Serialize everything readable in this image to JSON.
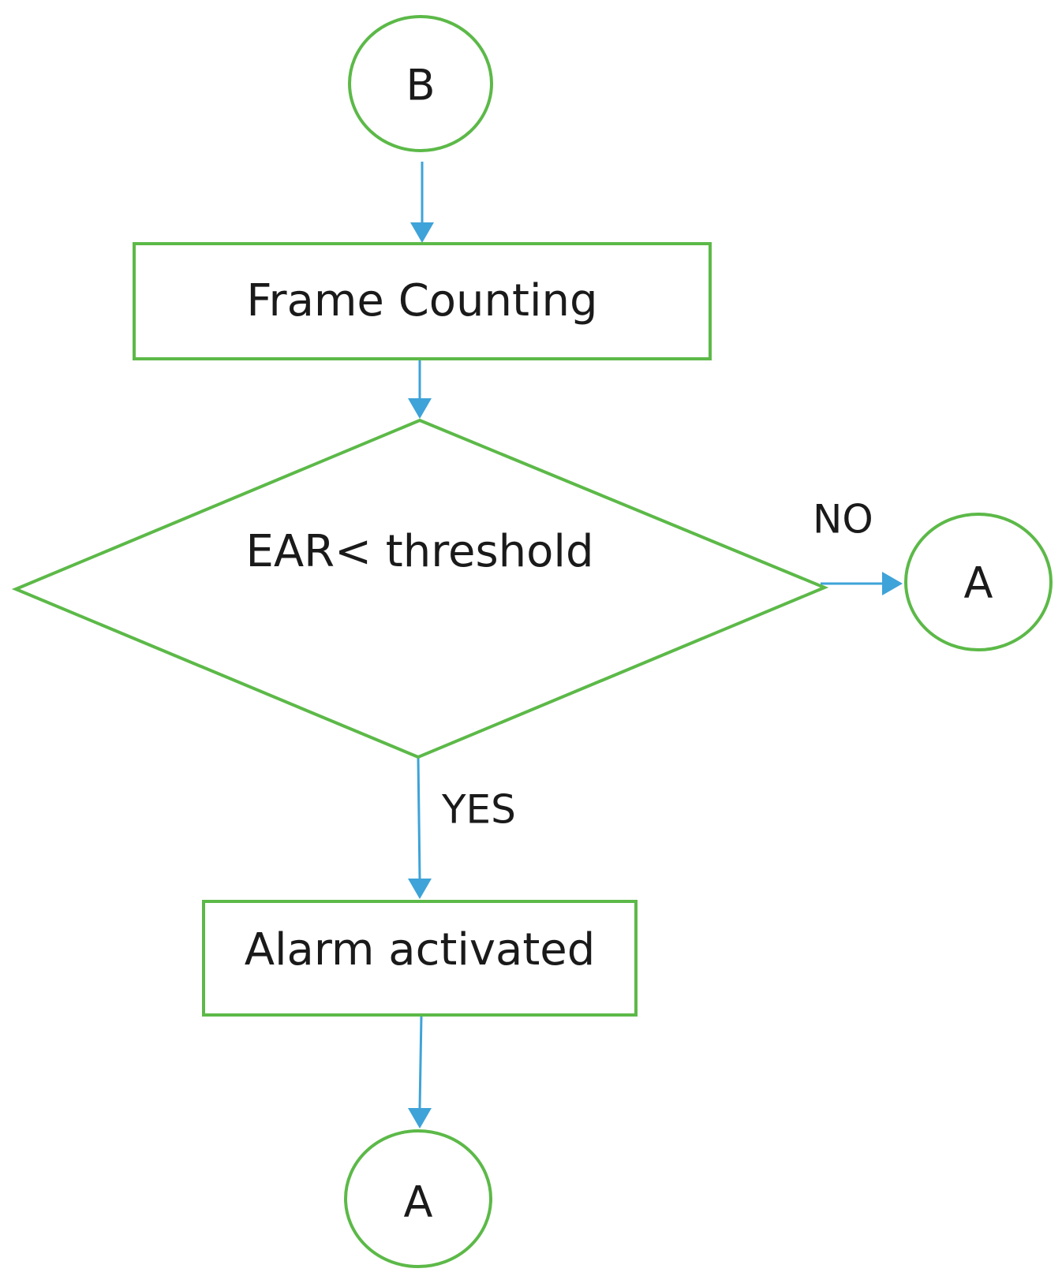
{
  "colors": {
    "shape_stroke": "#5cb948",
    "connector": "#3ea3d8",
    "text": "#1a1a1a",
    "background": "#ffffff"
  },
  "nodes": {
    "start_connector": {
      "label": "B"
    },
    "frame_counting": {
      "label": "Frame Counting"
    },
    "decision": {
      "label": "EAR< threshold"
    },
    "no_connector": {
      "label": "A"
    },
    "alarm": {
      "label": "Alarm activated"
    },
    "end_connector": {
      "label": "A"
    }
  },
  "edges": {
    "no_label": "NO",
    "yes_label": "YES"
  }
}
